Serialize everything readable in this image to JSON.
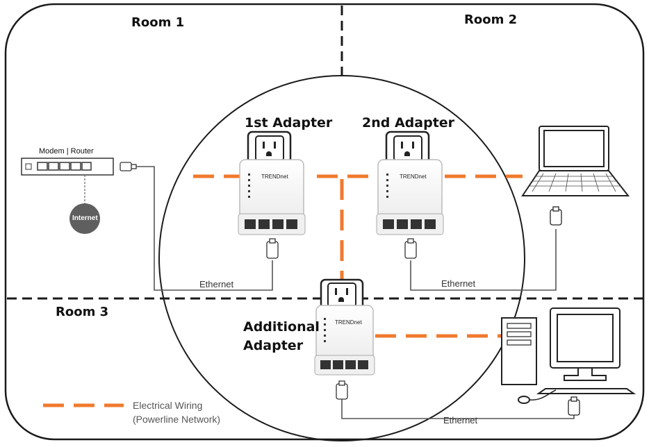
{
  "rooms": {
    "room1": "Room 1",
    "room2": "Room 2",
    "room3": "Room 3"
  },
  "adapters": {
    "first": "1st Adapter",
    "second": "2nd Adapter",
    "additional_line1": "Additional",
    "additional_line2": "Adapter",
    "brand": "TRENDnet"
  },
  "devices": {
    "modem_router": "Modem | Router",
    "internet": "Internet"
  },
  "cables": {
    "ethernet_1": "Ethernet",
    "ethernet_2": "Ethernet",
    "ethernet_3": "Ethernet"
  },
  "legend": {
    "line1": "Electrical Wiring",
    "line2": "(Powerline Network)"
  },
  "colors": {
    "powerline": "#F07A2E",
    "outline": "#1a1a1a",
    "ethernet_cable": "#555555",
    "internet_globe": "#5f5f5f"
  }
}
